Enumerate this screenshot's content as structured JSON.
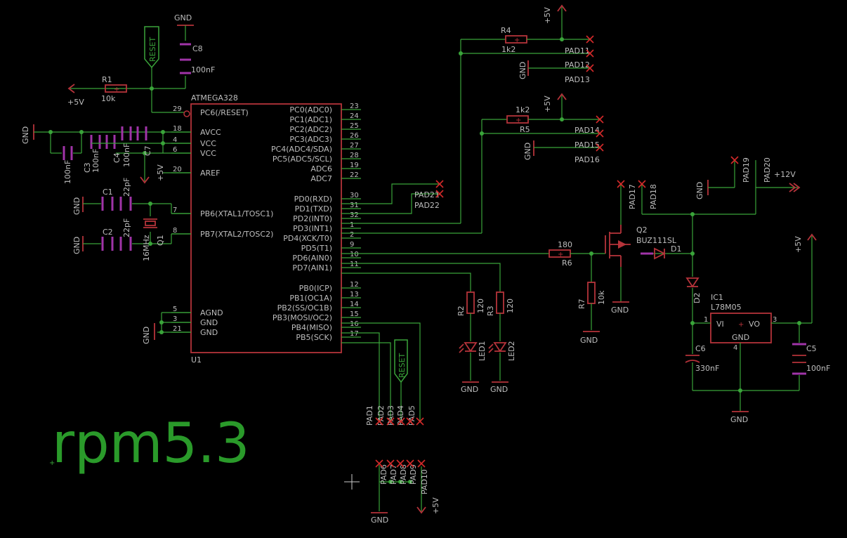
{
  "project_title": "rpm5.3",
  "colors": {
    "background": "#000000",
    "wire": "#3aa43a",
    "part": "#b5333a",
    "label": "#bdbdbd",
    "cap": "#a034a8",
    "title": "#2a9a2a"
  },
  "mcu": {
    "name": "ATMEGA328",
    "ref": "U1",
    "left_pins": [
      {
        "num": "29",
        "name": "PC6(/RESET)"
      },
      {
        "num": "18",
        "name": "AVCC"
      },
      {
        "num": "4",
        "name": "VCC"
      },
      {
        "num": "6",
        "name": "VCC"
      },
      {
        "num": "20",
        "name": "AREF"
      },
      {
        "num": "7",
        "name": "PB6(XTAL1/TOSC1)"
      },
      {
        "num": "8",
        "name": "PB7(XTAL2/TOSC2)"
      },
      {
        "num": "5",
        "name": "AGND"
      },
      {
        "num": "3",
        "name": "GND"
      },
      {
        "num": "21",
        "name": "GND"
      }
    ],
    "right_pins": [
      {
        "num": "23",
        "name": "PC0(ADC0)"
      },
      {
        "num": "24",
        "name": "PC1(ADC1)"
      },
      {
        "num": "25",
        "name": "PC2(ADC2)"
      },
      {
        "num": "26",
        "name": "PC3(ADC3)"
      },
      {
        "num": "27",
        "name": "PC4(ADC4/SDA)"
      },
      {
        "num": "28",
        "name": "PC5(ADC5/SCL)"
      },
      {
        "num": "19",
        "name": "ADC6"
      },
      {
        "num": "22",
        "name": "ADC7"
      },
      {
        "num": "30",
        "name": "PD0(RXD)"
      },
      {
        "num": "31",
        "name": "PD1(TXD)"
      },
      {
        "num": "32",
        "name": "PD2(INT0)"
      },
      {
        "num": "1",
        "name": "PD3(INT1)"
      },
      {
        "num": "2",
        "name": "PD4(XCK/T0)"
      },
      {
        "num": "9",
        "name": "PD5(T1)"
      },
      {
        "num": "10",
        "name": "PD6(AIN0)"
      },
      {
        "num": "11",
        "name": "PD7(AIN1)"
      },
      {
        "num": "12",
        "name": "PB0(ICP)"
      },
      {
        "num": "13",
        "name": "PB1(OC1A)"
      },
      {
        "num": "14",
        "name": "PB2(SS/OC1B)"
      },
      {
        "num": "15",
        "name": "PB3(MOSI/OC2)"
      },
      {
        "num": "16",
        "name": "PB4(MISO)"
      },
      {
        "num": "17",
        "name": "PB5(SCK)"
      }
    ]
  },
  "labels": {
    "gnd": "GND",
    "p5v": "+5V",
    "p12v": "+12V",
    "reset": "RESET",
    "c8": "C8",
    "c8v": "100nF",
    "r1": "R1",
    "r1v": "10k",
    "c3": "C3",
    "c3v": "100nF",
    "c4": "C4",
    "c4v": "100nF",
    "c7": "C7",
    "c7v": "100nF",
    "c1": "C1",
    "c1v": "22pF",
    "c2": "C2",
    "c2v": "22pF",
    "q1": "Q1",
    "q1v": "16MHz",
    "r4": "R4",
    "r4v": "1k2",
    "r5": "R5",
    "r5v": "1k2",
    "r6": "R6",
    "r6v": "180",
    "r7": "R7",
    "r7v": "10k",
    "r2": "R2",
    "r2v": "120",
    "r3": "R3",
    "r3v": "120",
    "led1": "LED1",
    "led2": "LED2",
    "q2": "Q2",
    "q2v": "BUZ111SL",
    "d1": "D1",
    "d2": "D2",
    "ic1": "IC1",
    "ic1v": "L78M05",
    "vi": "VI",
    "vo": "VO",
    "ic_gnd": "GND",
    "ic_p1": "1",
    "ic_p3": "3",
    "ic_p4": "4",
    "c6": "C6",
    "c6v": "330nF",
    "c5": "C5",
    "c5v": "100nF"
  },
  "pads": [
    "PAD1",
    "PAD2",
    "PAD3",
    "PAD4",
    "PAD5",
    "PAD6",
    "PAD7",
    "PAD8",
    "PAD9",
    "PAD10",
    "PAD11",
    "PAD12",
    "PAD13",
    "PAD14",
    "PAD15",
    "PAD16",
    "PAD17",
    "PAD18",
    "PAD19",
    "PAD20",
    "PAD21",
    "PAD22"
  ]
}
